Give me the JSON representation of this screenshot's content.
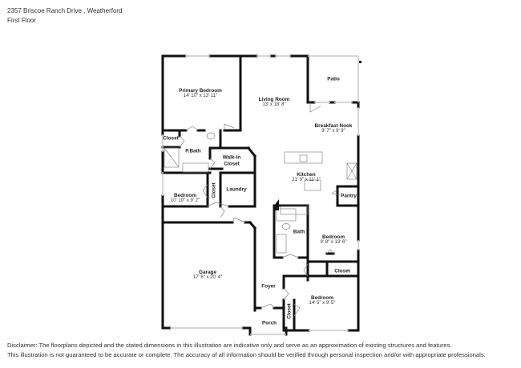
{
  "header": {
    "address": "2357 Briscoe Ranch Drive , Weatherford",
    "floor": "First Floor"
  },
  "rooms": [
    {
      "id": "primary-bedroom",
      "name": "Primary Bedroom",
      "dims": "14' 10\" x 13' 11\""
    },
    {
      "id": "living-room",
      "name": "Living Room",
      "dims": "13' x 18' 8\""
    },
    {
      "id": "patio",
      "name": "Patio",
      "dims": ""
    },
    {
      "id": "breakfast-nook",
      "name": "Breakfast Nook",
      "dims": "9' 7\" x 9' 9\""
    },
    {
      "id": "closet-primary",
      "name": "Closet",
      "dims": ""
    },
    {
      "id": "p-bath",
      "name": "P.Bath",
      "dims": ""
    },
    {
      "id": "walk-in-closet",
      "name": "Walk-In\nCloset",
      "dims": ""
    },
    {
      "id": "kitchen",
      "name": "Kitchen",
      "dims": "21' 9\" x 11' 1\""
    },
    {
      "id": "bedroom-2",
      "name": "Bedroom",
      "dims": "10' 10\" x 9' 2\""
    },
    {
      "id": "closet-bed2",
      "name": "Closet",
      "dims": ""
    },
    {
      "id": "laundry",
      "name": "Laundry",
      "dims": ""
    },
    {
      "id": "pantry",
      "name": "Pantry",
      "dims": ""
    },
    {
      "id": "bath",
      "name": "Bath",
      "dims": ""
    },
    {
      "id": "bedroom-3",
      "name": "Bedroom",
      "dims": "9' 8\" x 13' 6\""
    },
    {
      "id": "garage",
      "name": "Garage",
      "dims": "17' 6\" x 20' 4\""
    },
    {
      "id": "closet-bed3",
      "name": "Closet",
      "dims": ""
    },
    {
      "id": "foyer",
      "name": "Foyer",
      "dims": ""
    },
    {
      "id": "bedroom-4",
      "name": "Bedroom",
      "dims": "14' 5\" x 9' 5\""
    },
    {
      "id": "closet-bed4",
      "name": "Closet",
      "dims": ""
    },
    {
      "id": "porch",
      "name": "Porch",
      "dims": ""
    }
  ],
  "disclaimer": {
    "line1": "Disclaimer: The floorplans depicted and the stated dimensions in this illustration are indicative only and serve as an approximation of existing structures and features.",
    "line2": "This illustration is not guaranteed to be accurate or complete. The accuracy of all information should be verified through personal inspection and/or with appropriate professionals."
  },
  "colors": {
    "wall": "#111111",
    "window": "#c8c8c8",
    "fixture": "#888888"
  }
}
